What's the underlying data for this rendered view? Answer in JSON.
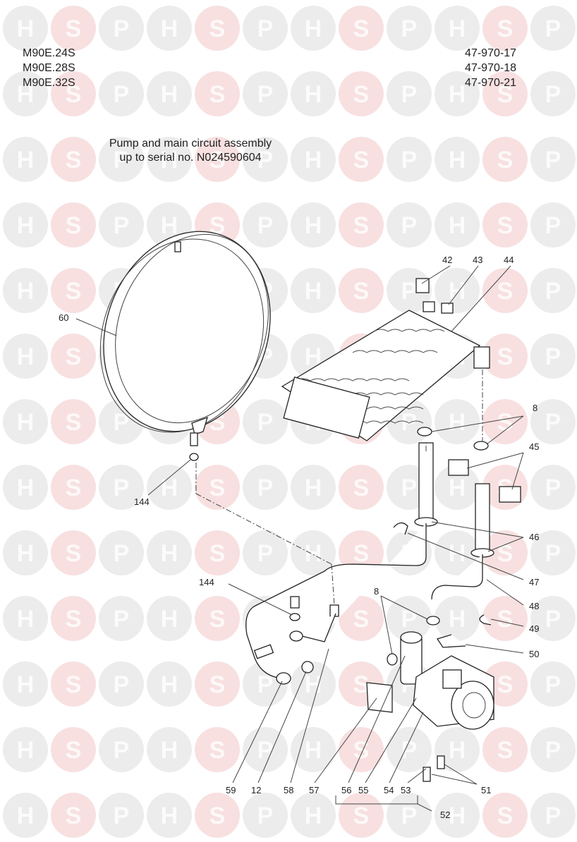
{
  "watermark": {
    "letters": [
      "H",
      "S",
      "P"
    ],
    "colors": {
      "h": "#dcdcdc",
      "s": "#f2c6c6",
      "p": "#dcdcdc"
    }
  },
  "models": [
    "M90E.24S",
    "M90E.28S",
    "M90E.32S"
  ],
  "codes": [
    "47-970-17",
    "47-970-18",
    "47-970-21"
  ],
  "title_line1": "Pump and main circuit assembly",
  "title_line2": "up to serial no. N024590604",
  "callouts": {
    "c60": "60",
    "c144a": "144",
    "c42": "42",
    "c43": "43",
    "c44": "44",
    "c8a": "8",
    "c45": "45",
    "c46": "46",
    "c47": "47",
    "c48": "48",
    "c49": "49",
    "c50": "50",
    "c144b": "144",
    "c8b": "8",
    "c59": "59",
    "c12": "12",
    "c58": "58",
    "c57": "57",
    "c56": "56",
    "c55": "55",
    "c54": "54",
    "c53": "53",
    "c51": "51",
    "c52": "52"
  }
}
